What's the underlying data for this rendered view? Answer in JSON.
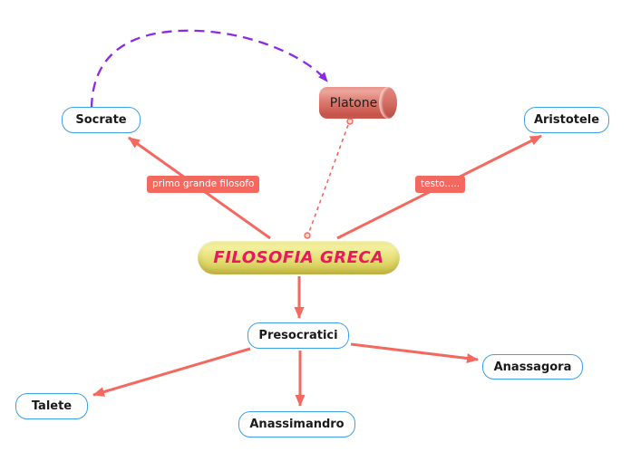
{
  "diagram": {
    "title": "FILOSOFIA GRECA concept map",
    "background": "#ffffff",
    "colors": {
      "node_border": "#3da0e8",
      "node_fill": "#ffffff",
      "node_text": "#1a1a1a",
      "arrow": "#f4695f",
      "edge_label_bg": "#f4695f",
      "edge_label_text": "#ffffff",
      "center_node_fill": "#e5dd6e",
      "center_node_text": "#e8195f",
      "cylinder_fill": "#d56b62",
      "dashed_curve": "#8a2be2",
      "dashed_link": "#ee6a60"
    },
    "nodes": {
      "filosofia": {
        "label": "FILOSOFIA GRECA",
        "shape": "pill-yellow"
      },
      "socrate": {
        "label": "Socrate",
        "shape": "rounded-rect"
      },
      "platone": {
        "label": "Platone",
        "shape": "cylinder"
      },
      "aristotele": {
        "label": "Aristotele",
        "shape": "rounded-rect"
      },
      "presocratici": {
        "label": "Presocratici",
        "shape": "rounded-rect"
      },
      "talete": {
        "label": "Talete",
        "shape": "rounded-rect"
      },
      "anassimandro": {
        "label": "Anassimandro",
        "shape": "rounded-rect"
      },
      "anassagora": {
        "label": "Anassagora",
        "shape": "rounded-rect"
      }
    },
    "edge_labels": {
      "primo": {
        "label": "primo grande filosofo"
      },
      "testo": {
        "label": "testo....."
      }
    },
    "connections": [
      {
        "from": "FILOSOFIA GRECA",
        "to": "Socrate",
        "style": "solid-arrow",
        "label": "primo grande filosofo"
      },
      {
        "from": "FILOSOFIA GRECA",
        "to": "Aristotele",
        "style": "solid-arrow",
        "label": "testo....."
      },
      {
        "from": "FILOSOFIA GRECA",
        "to": "Presocratici",
        "style": "solid-arrow",
        "label": ""
      },
      {
        "from": "Presocratici",
        "to": "Talete",
        "style": "solid-arrow",
        "label": ""
      },
      {
        "from": "Presocratici",
        "to": "Anassimandro",
        "style": "solid-arrow",
        "label": ""
      },
      {
        "from": "Presocratici",
        "to": "Anassagora",
        "style": "solid-arrow",
        "label": ""
      },
      {
        "from": "Socrate",
        "to": "Platone",
        "style": "dashed-curved-arrow-purple",
        "label": ""
      },
      {
        "from": "Platone",
        "to": "FILOSOFIA GRECA",
        "style": "dashed-line-with-endpoints",
        "label": ""
      }
    ]
  }
}
